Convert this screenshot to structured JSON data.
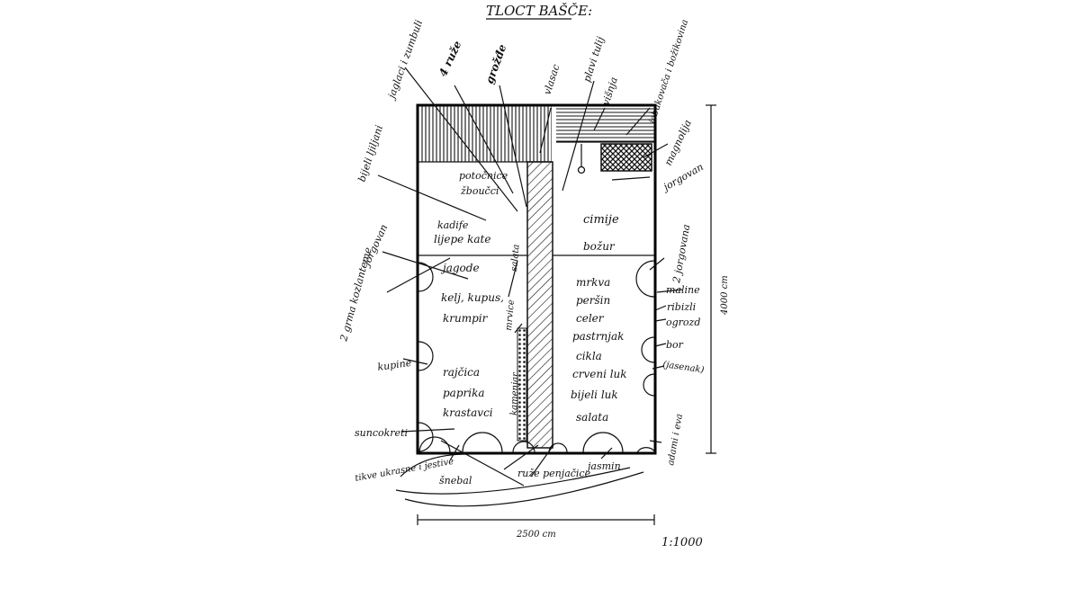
{
  "title": "TLOCT BAŠČE:",
  "beds": {
    "top_left": [
      "potočnice",
      "žboučci"
    ],
    "left_upper": [
      "kadife",
      "lijepe kate"
    ],
    "left_middle": [
      "jagode",
      "kelj, kupus,",
      "krumpir"
    ],
    "left_lower": [
      "rajčica",
      "paprika",
      "krastavci"
    ],
    "right_upper": [
      "cimije",
      "božur"
    ],
    "right_lower": [
      "mrkva",
      "peršin",
      "celer",
      "pastrnjak",
      "cikla",
      "crveni luk",
      "bijeli luk",
      "salata"
    ]
  },
  "callouts": {
    "jagluci": "jaglaci i zumbuli",
    "ruze4": "4 ruže",
    "grozde": "grožđe",
    "vlasac": "vlasac",
    "plavi": "plavi tulij",
    "visnja": "višnja",
    "jabukovaca": "jabukovača i božikovina",
    "magnolija": "magnolija",
    "bijeli_ljiljani": "bijeli ljiljani",
    "jorgovan_tr": "jorgovan",
    "jorgovan_l": "jorgovan",
    "grmovi": "2 grma kozlanteme",
    "jorgovan_r": "2 jorgovana",
    "maline": "maline",
    "ribizli": "ribizli",
    "ogrozd": "ogrozd",
    "kupine": "kupine",
    "bor": "bor",
    "jasenak": "(jasenak)",
    "suncokreti": "suncokreti",
    "adami": "adami i eva",
    "jasmin": "jasmin",
    "snebal": "šnebal",
    "ruze_penj": "ruže penjačice",
    "tikve": "tikve ukrasne i jestive",
    "salate": "salata",
    "kamenjar": "kamenjar",
    "mrvice": "mrvice"
  },
  "dimensions": {
    "width_label": "2500 cm",
    "height_label": "4000 cm",
    "scale": "1:1000"
  }
}
